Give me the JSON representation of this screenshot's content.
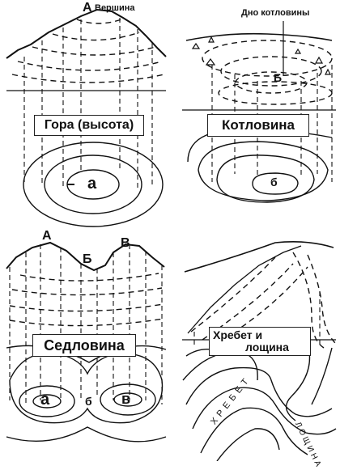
{
  "panels": {
    "hill": {
      "title": "Гора (высота)",
      "summit_label": "Вершина",
      "letter_top": "А",
      "letter_bottom": "а"
    },
    "basin": {
      "title": "Котловина",
      "bottom_label": "Дно котловины",
      "letter_top": "Б",
      "letter_bottom": "б"
    },
    "saddle": {
      "title": "Седловина",
      "letter_a": "А",
      "letter_b": "Б",
      "letter_v": "В",
      "letter_a_small": "а",
      "letter_b_small": "б",
      "letter_v_small": "в"
    },
    "ridge": {
      "title_line1": "Хребет и",
      "title_line2": "лощина",
      "ridge_text": "ХРЕБЕТ",
      "valley_text": "ЛОЩИНА"
    }
  }
}
